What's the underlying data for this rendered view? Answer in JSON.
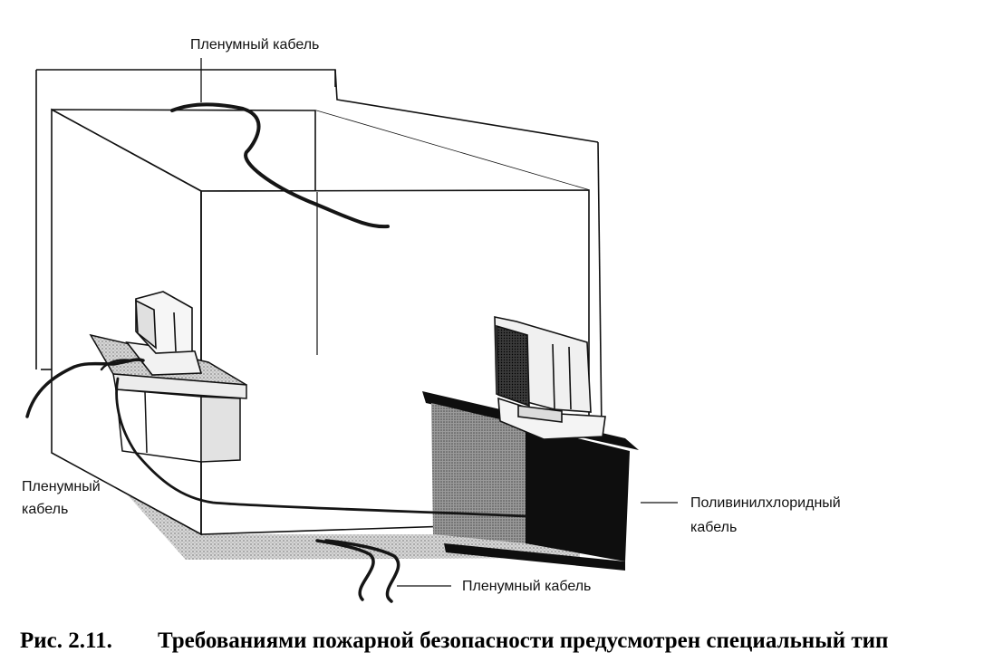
{
  "labels": {
    "plenum_top": "Пленумный кабель",
    "plenum_left_line1": "Пленумный",
    "plenum_left_line2": "кабель",
    "pvc_line1": "Поливинилхлоридный",
    "pvc_line2": "кабель",
    "plenum_bottom": "Пленумный кабель"
  },
  "caption": {
    "number": "Рис. 2.11.",
    "text": "Требованиями пожарной безопасности предусмотрен специальный тип"
  },
  "colors": {
    "ink": "#111111",
    "cable": "#151515",
    "dark_desk": "#0e0e0e",
    "shade": "#bdbdbd",
    "light_shade": "#dedede"
  }
}
